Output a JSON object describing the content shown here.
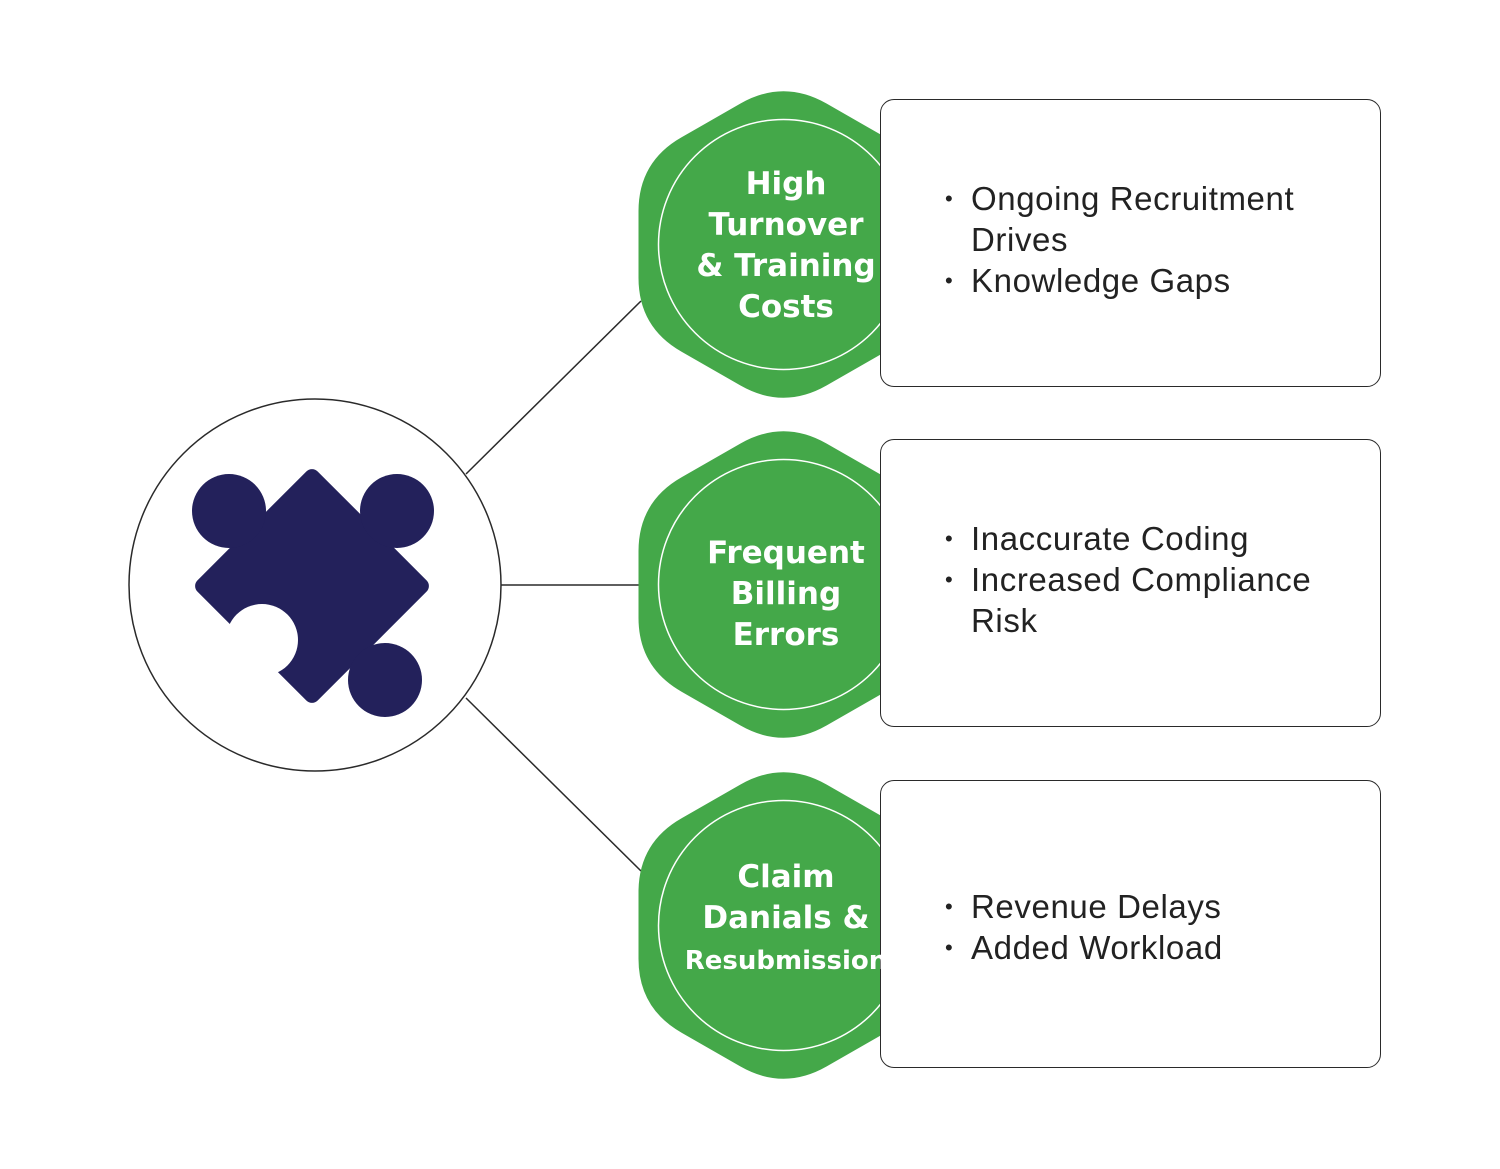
{
  "colors": {
    "accent_green": "#44a849",
    "puzzle_navy": "#23215b",
    "line": "#2a2a2a"
  },
  "center": {
    "icon": "puzzle-piece-icon"
  },
  "branches": [
    {
      "title_lines": [
        "High",
        "Turnover",
        "& Training",
        "Costs"
      ],
      "bullets": [
        [
          "Ongoing Recruitment",
          "Drives"
        ],
        [
          "Knowledge Gaps"
        ]
      ]
    },
    {
      "title_lines": [
        "Frequent",
        "Billing",
        "Errors"
      ],
      "bullets": [
        [
          "Inaccurate Coding"
        ],
        [
          "Increased Compliance",
          "Risk"
        ]
      ]
    },
    {
      "title_lines": [
        "Claim",
        "Danials &",
        "Resubmission"
      ],
      "bullets": [
        [
          "Revenue Delays"
        ],
        [
          "Added Workload"
        ]
      ]
    }
  ]
}
